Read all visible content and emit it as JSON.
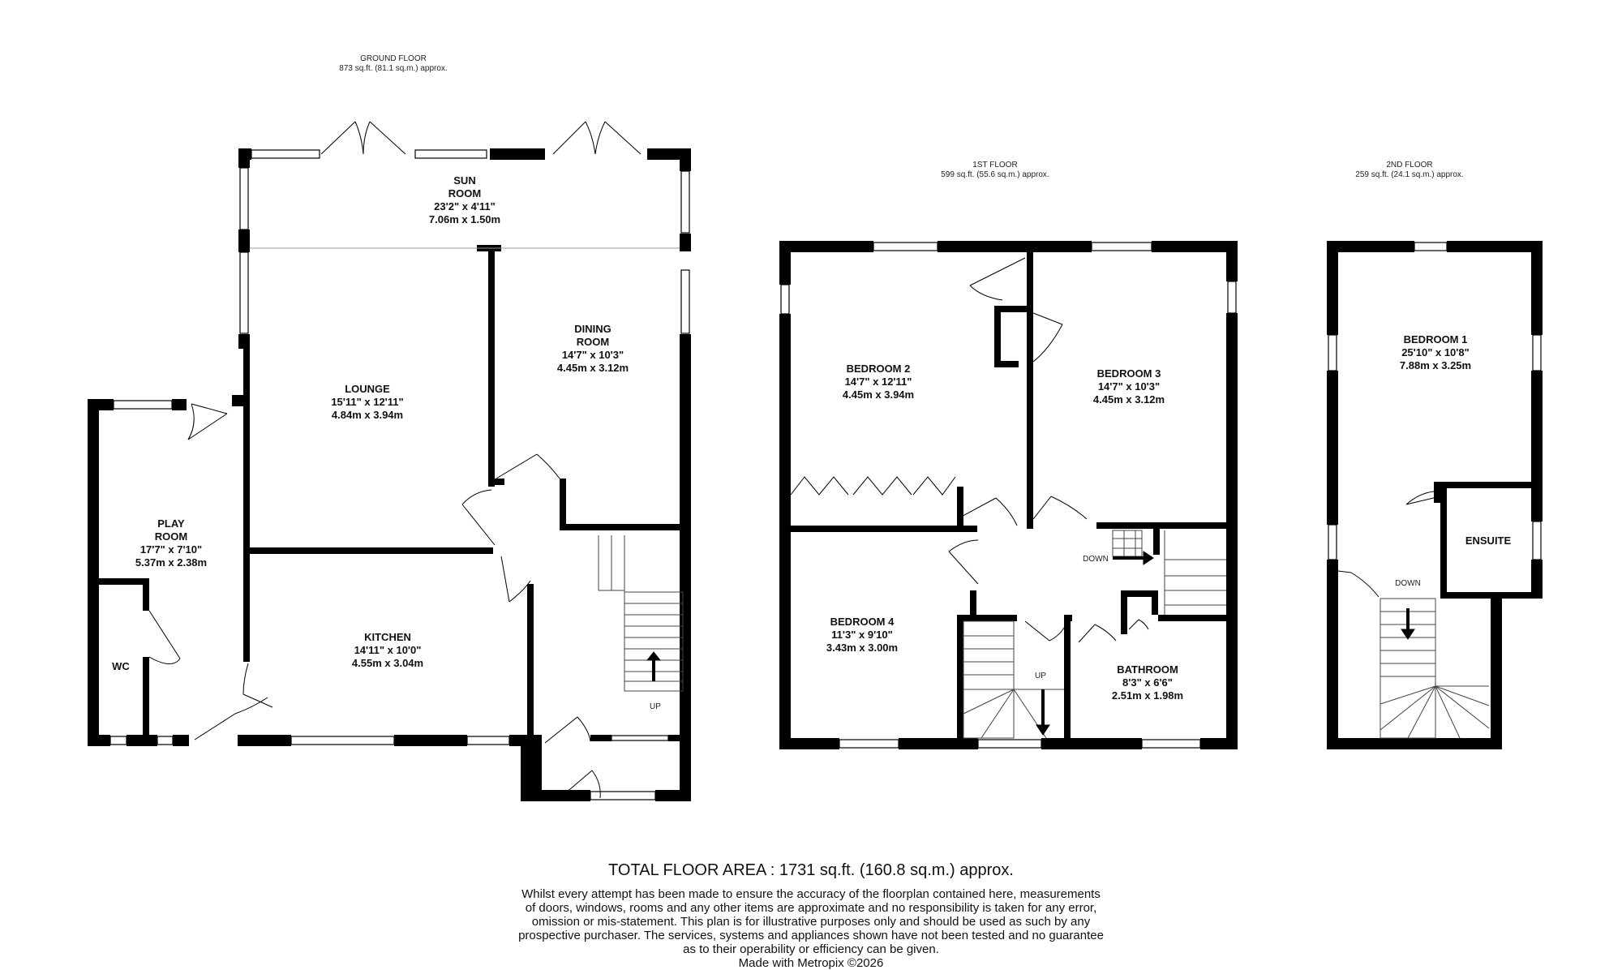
{
  "floors": {
    "ground": {
      "name": "GROUND FLOOR",
      "area": "873 sq.ft. (81.1 sq.m.) approx."
    },
    "first": {
      "name": "1ST FLOOR",
      "area": "599 sq.ft. (55.6 sq.m.) approx."
    },
    "second": {
      "name": "2ND FLOOR",
      "area": "259 sq.ft. (24.1 sq.m.) approx."
    }
  },
  "rooms": {
    "sun_room": {
      "name1": "SUN",
      "name2": "ROOM",
      "imperial": "23'2\"  x 4'11\"",
      "metric": "7.06m  x 1.50m"
    },
    "lounge": {
      "name": "LOUNGE",
      "imperial": "15'11\"  x 12'11\"",
      "metric": "4.84m  x 3.94m"
    },
    "dining_room": {
      "name1": "DINING",
      "name2": "ROOM",
      "imperial": "14'7\"  x 10'3\"",
      "metric": "4.45m  x 3.12m"
    },
    "play_room": {
      "name1": "PLAY",
      "name2": "ROOM",
      "imperial": "17'7\"  x 7'10\"",
      "metric": "5.37m  x 2.38m"
    },
    "wc": {
      "name": "WC"
    },
    "kitchen": {
      "name": "KITCHEN",
      "imperial": "14'11\"  x 10'0\"",
      "metric": "4.55m  x 3.04m"
    },
    "bedroom_2": {
      "name": "BEDROOM 2",
      "imperial": "14'7\"  x 12'11\"",
      "metric": "4.45m  x 3.94m"
    },
    "bedroom_3": {
      "name": "BEDROOM 3",
      "imperial": "14'7\"  x 10'3\"",
      "metric": "4.45m  x 3.12m"
    },
    "bedroom_4": {
      "name": "BEDROOM 4",
      "imperial": "11'3\"  x 9'10\"",
      "metric": "3.43m  x 3.00m"
    },
    "bathroom": {
      "name": "BATHROOM",
      "imperial": "8'3\"  x 6'6\"",
      "metric": "2.51m  x 1.98m"
    },
    "bedroom_1": {
      "name": "BEDROOM 1",
      "imperial": "25'10\"  x 10'8\"",
      "metric": "7.88m  x 3.25m"
    },
    "ensuite": {
      "name": "ENSUITE"
    }
  },
  "stairs": {
    "up": "UP",
    "down": "DOWN"
  },
  "total_area": "TOTAL FLOOR AREA : 1731 sq.ft. (160.8 sq.m.) approx.",
  "disclaimer": [
    "Whilst every attempt has been made to ensure the accuracy of the floorplan contained here, measurements",
    "of doors, windows, rooms and any other items are approximate and no responsibility is taken for any error,",
    "omission or mis-statement. This plan is for illustrative purposes only and should be used as such by any",
    "prospective purchaser. The services, systems and appliances shown have not been tested and no guarantee",
    "as to their operability or efficiency can be given.",
    "Made with Metropix ©2026"
  ]
}
